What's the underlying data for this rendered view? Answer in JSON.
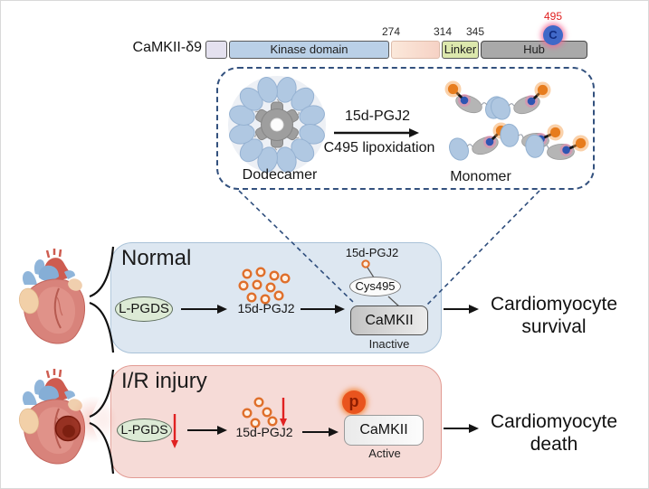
{
  "protein_bar": {
    "name": "CaMKII-δ9",
    "segments": {
      "kinase": "Kinase domain",
      "linker": "Linker",
      "hub": "Hub"
    },
    "residues": {
      "r274": "274",
      "r314": "314",
      "r345": "345"
    },
    "site": {
      "residue_number": "495",
      "residue_letter": "C"
    }
  },
  "callout": {
    "left_label": "Dodecamer",
    "right_label": "Monomer",
    "arrow_label_top": "15d-PGJ2",
    "arrow_label_bottom": "C495 lipoxidation"
  },
  "normal_panel": {
    "title": "Normal",
    "enzyme_label": "L-PGDS",
    "metabolite_label": "15d-PGJ2",
    "adduct_label": "15d-PGJ2",
    "residue_label": "Cys495",
    "kinase_label": "CaMKII",
    "state_label": "Inactive",
    "outcome_line1": "Cardiomyocyte",
    "outcome_line2": "survival"
  },
  "ir_panel": {
    "title": "I/R injury",
    "enzyme_label": "L-PGDS",
    "metabolite_label": "15d-PGJ2",
    "phospho_label": "p",
    "kinase_label": "CaMKII",
    "state_label": "Active",
    "outcome_line1": "Cardiomyocyte",
    "outcome_line2": "death"
  },
  "colors": {
    "normal_panel_bg": "#dde7f1",
    "ir_panel_bg": "#f6dbd7",
    "kinase_domain": "#bad0e7",
    "linker_domain": "#dce8ad",
    "hub_domain": "#a9a9a9",
    "dashed_callout": "#33517e",
    "accent_red": "#e02222",
    "accent_orange": "#e77c1d",
    "site_blue": "#4169c8"
  }
}
